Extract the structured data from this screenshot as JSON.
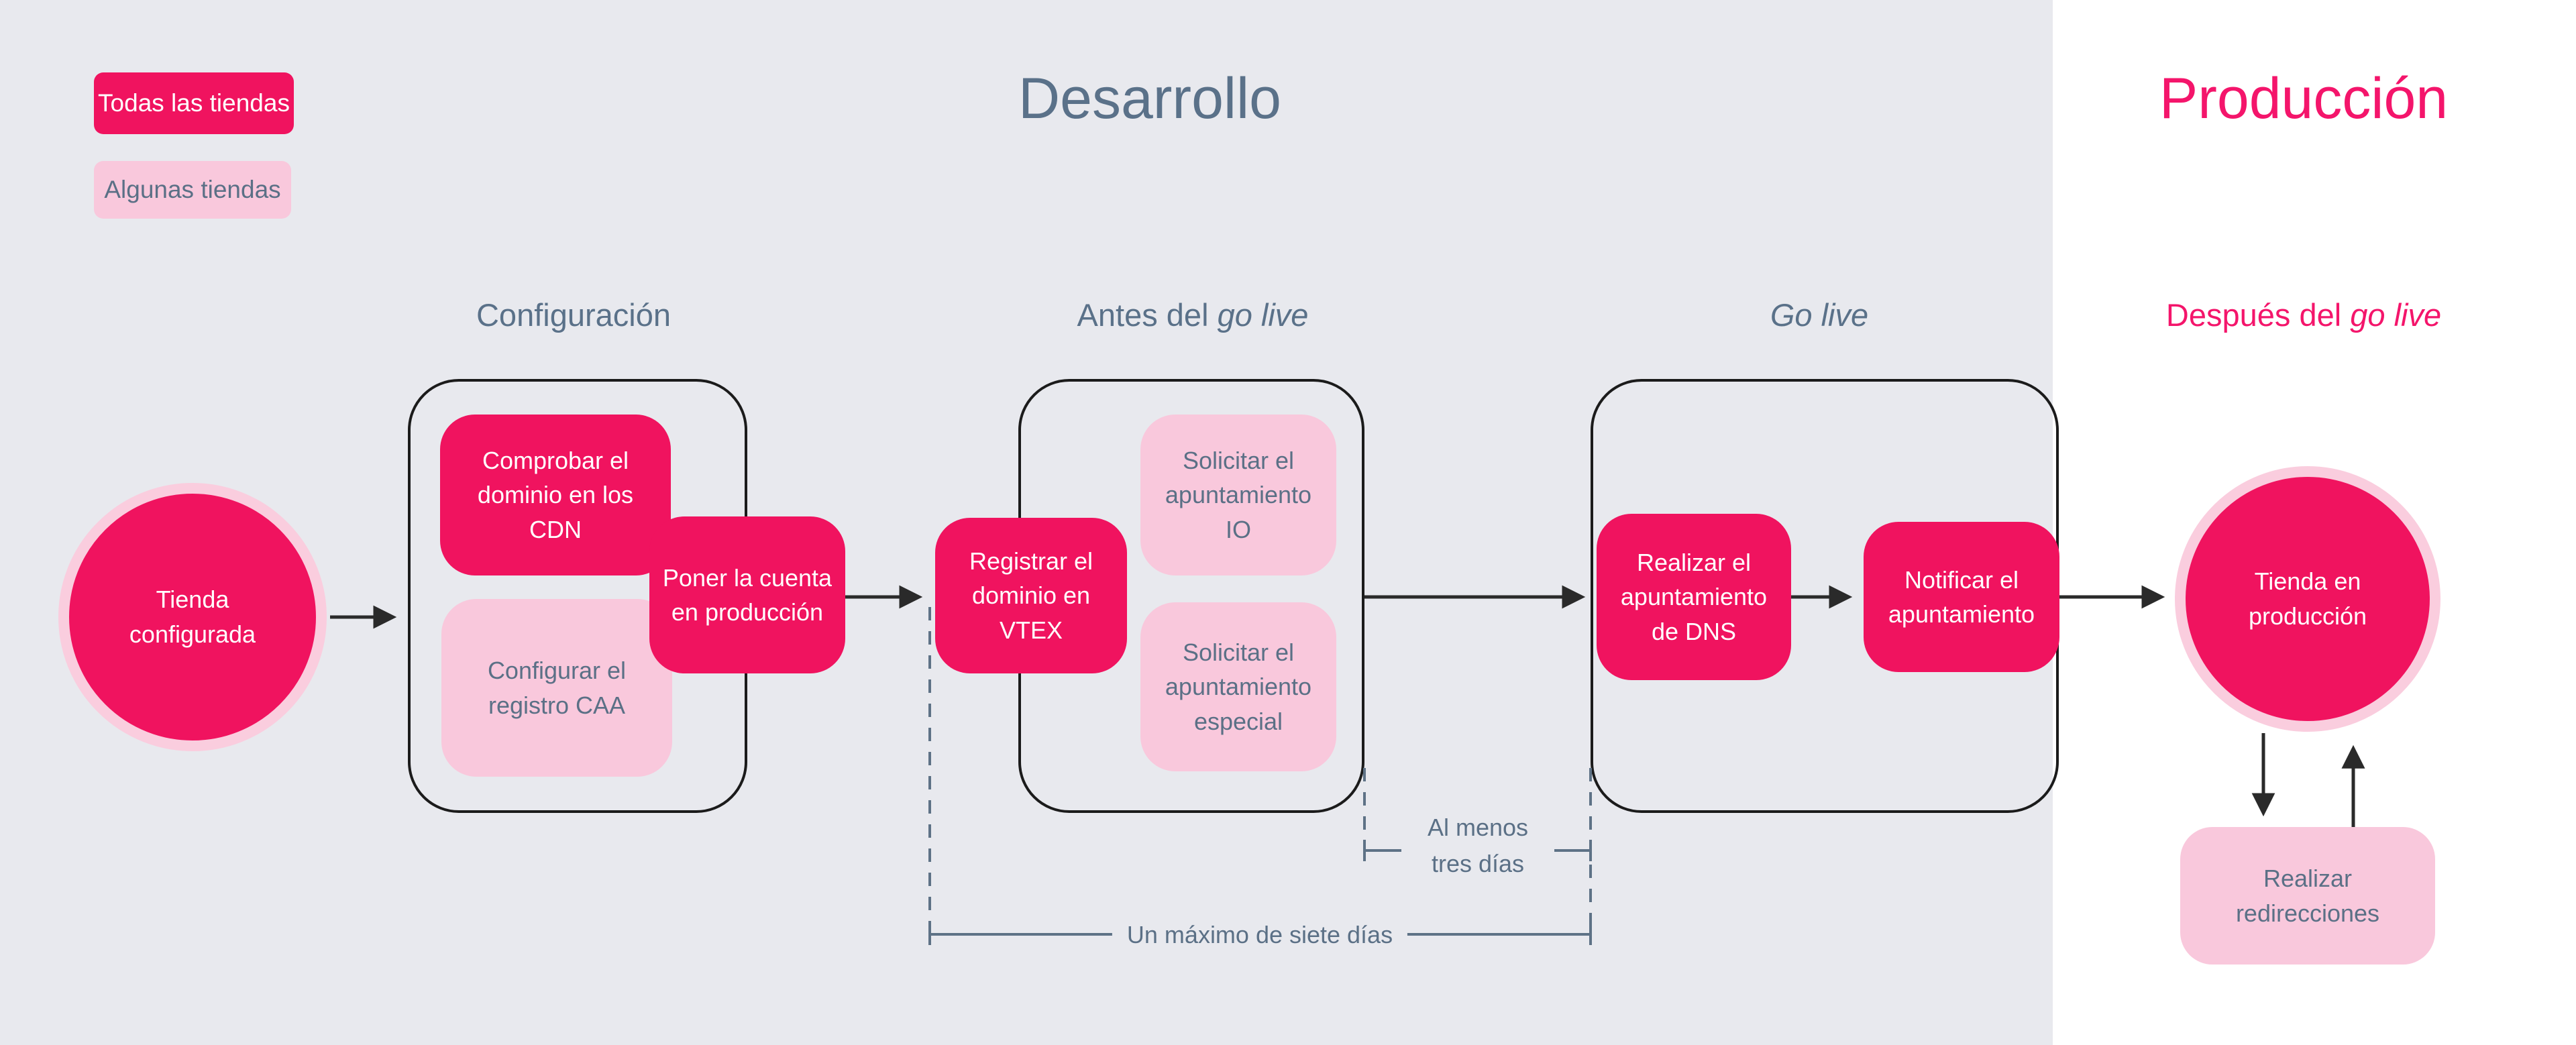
{
  "titles": {
    "development": "Desarrollo",
    "production": "Producción"
  },
  "legend": {
    "all_stores": "Todas las tiendas",
    "some_stores": "Algunas tiendas"
  },
  "sections": {
    "configuracion": {
      "prefix": "Configuración",
      "italic": ""
    },
    "antes_go_live": {
      "prefix": "Antes del ",
      "italic": "go live"
    },
    "go_live": {
      "prefix": "",
      "italic": "Go live"
    },
    "despues_go_live": {
      "prefix": "Después del ",
      "italic": "go live"
    }
  },
  "nodes": {
    "tienda_configurada": "Tienda configurada",
    "comprobar_dominio_cdn": "Comprobar el dominio en los CDN",
    "configurar_registro_caa": "Configurar el registro CAA",
    "poner_cuenta_produccion": "Poner la cuenta en producción",
    "registrar_dominio_vtex": "Registrar el dominio en VTEX",
    "solicitar_apuntamiento_io": "Solicitar el apuntamiento IO",
    "solicitar_apuntamiento_especial": "Solicitar el apuntamiento especial",
    "realizar_apuntamiento_dns": "Realizar el apuntamiento de DNS",
    "notificar_apuntamiento": "Notificar el apuntamiento",
    "tienda_en_produccion": "Tienda en producción",
    "realizar_redirecciones": "Realizar redirecciones"
  },
  "annotations": {
    "min_days": "Al menos tres días",
    "max_days": "Un máximo de siete días"
  },
  "colors": {
    "background": "#E8E9EE",
    "production_background": "#FFFFFF",
    "primary_pink": "#F0135F",
    "light_pink": "#F9C8DC",
    "circle_ring_pink": "#FACDDE",
    "title_pink": "#F4156B",
    "slate_text": "#5B7086",
    "title_slate": "#5A7189",
    "line_black": "#1B1B1B"
  }
}
